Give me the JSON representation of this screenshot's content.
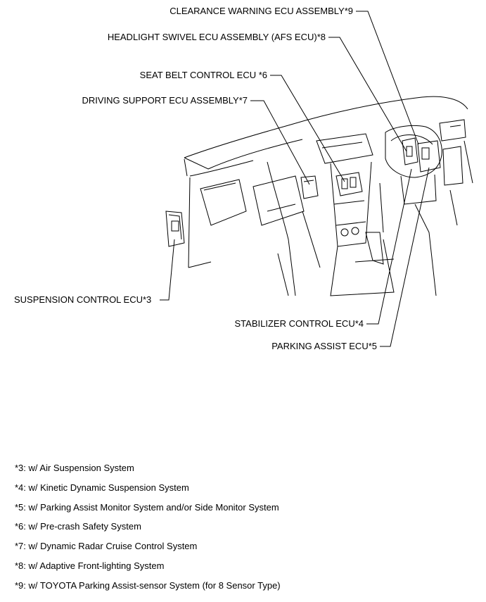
{
  "callouts": {
    "clearance_warning": "CLEARANCE WARNING ECU ASSEMBLY*9",
    "headlight_swivel": "HEADLIGHT SWIVEL ECU ASSEMBLY (AFS ECU)*8",
    "seat_belt": "SEAT BELT CONTROL ECU *6",
    "driving_support": "DRIVING SUPPORT ECU ASSEMBLY*7",
    "suspension": "SUSPENSION CONTROL ECU*3",
    "stabilizer": "STABILIZER CONTROL ECU*4",
    "parking_assist": "PARKING ASSIST ECU*5"
  },
  "notes": [
    "*3: w/ Air Suspension System",
    "*4: w/ Kinetic Dynamic Suspension System",
    "*5: w/ Parking Assist Monitor System and/or Side Monitor System",
    "*6: w/ Pre-crash Safety System",
    "*7: w/ Dynamic Radar Cruise Control System",
    "*8: w/ Adaptive Front-lighting System",
    "*9: w/ TOYOTA Parking Assist-sensor System (for 8 Sensor Type)"
  ]
}
